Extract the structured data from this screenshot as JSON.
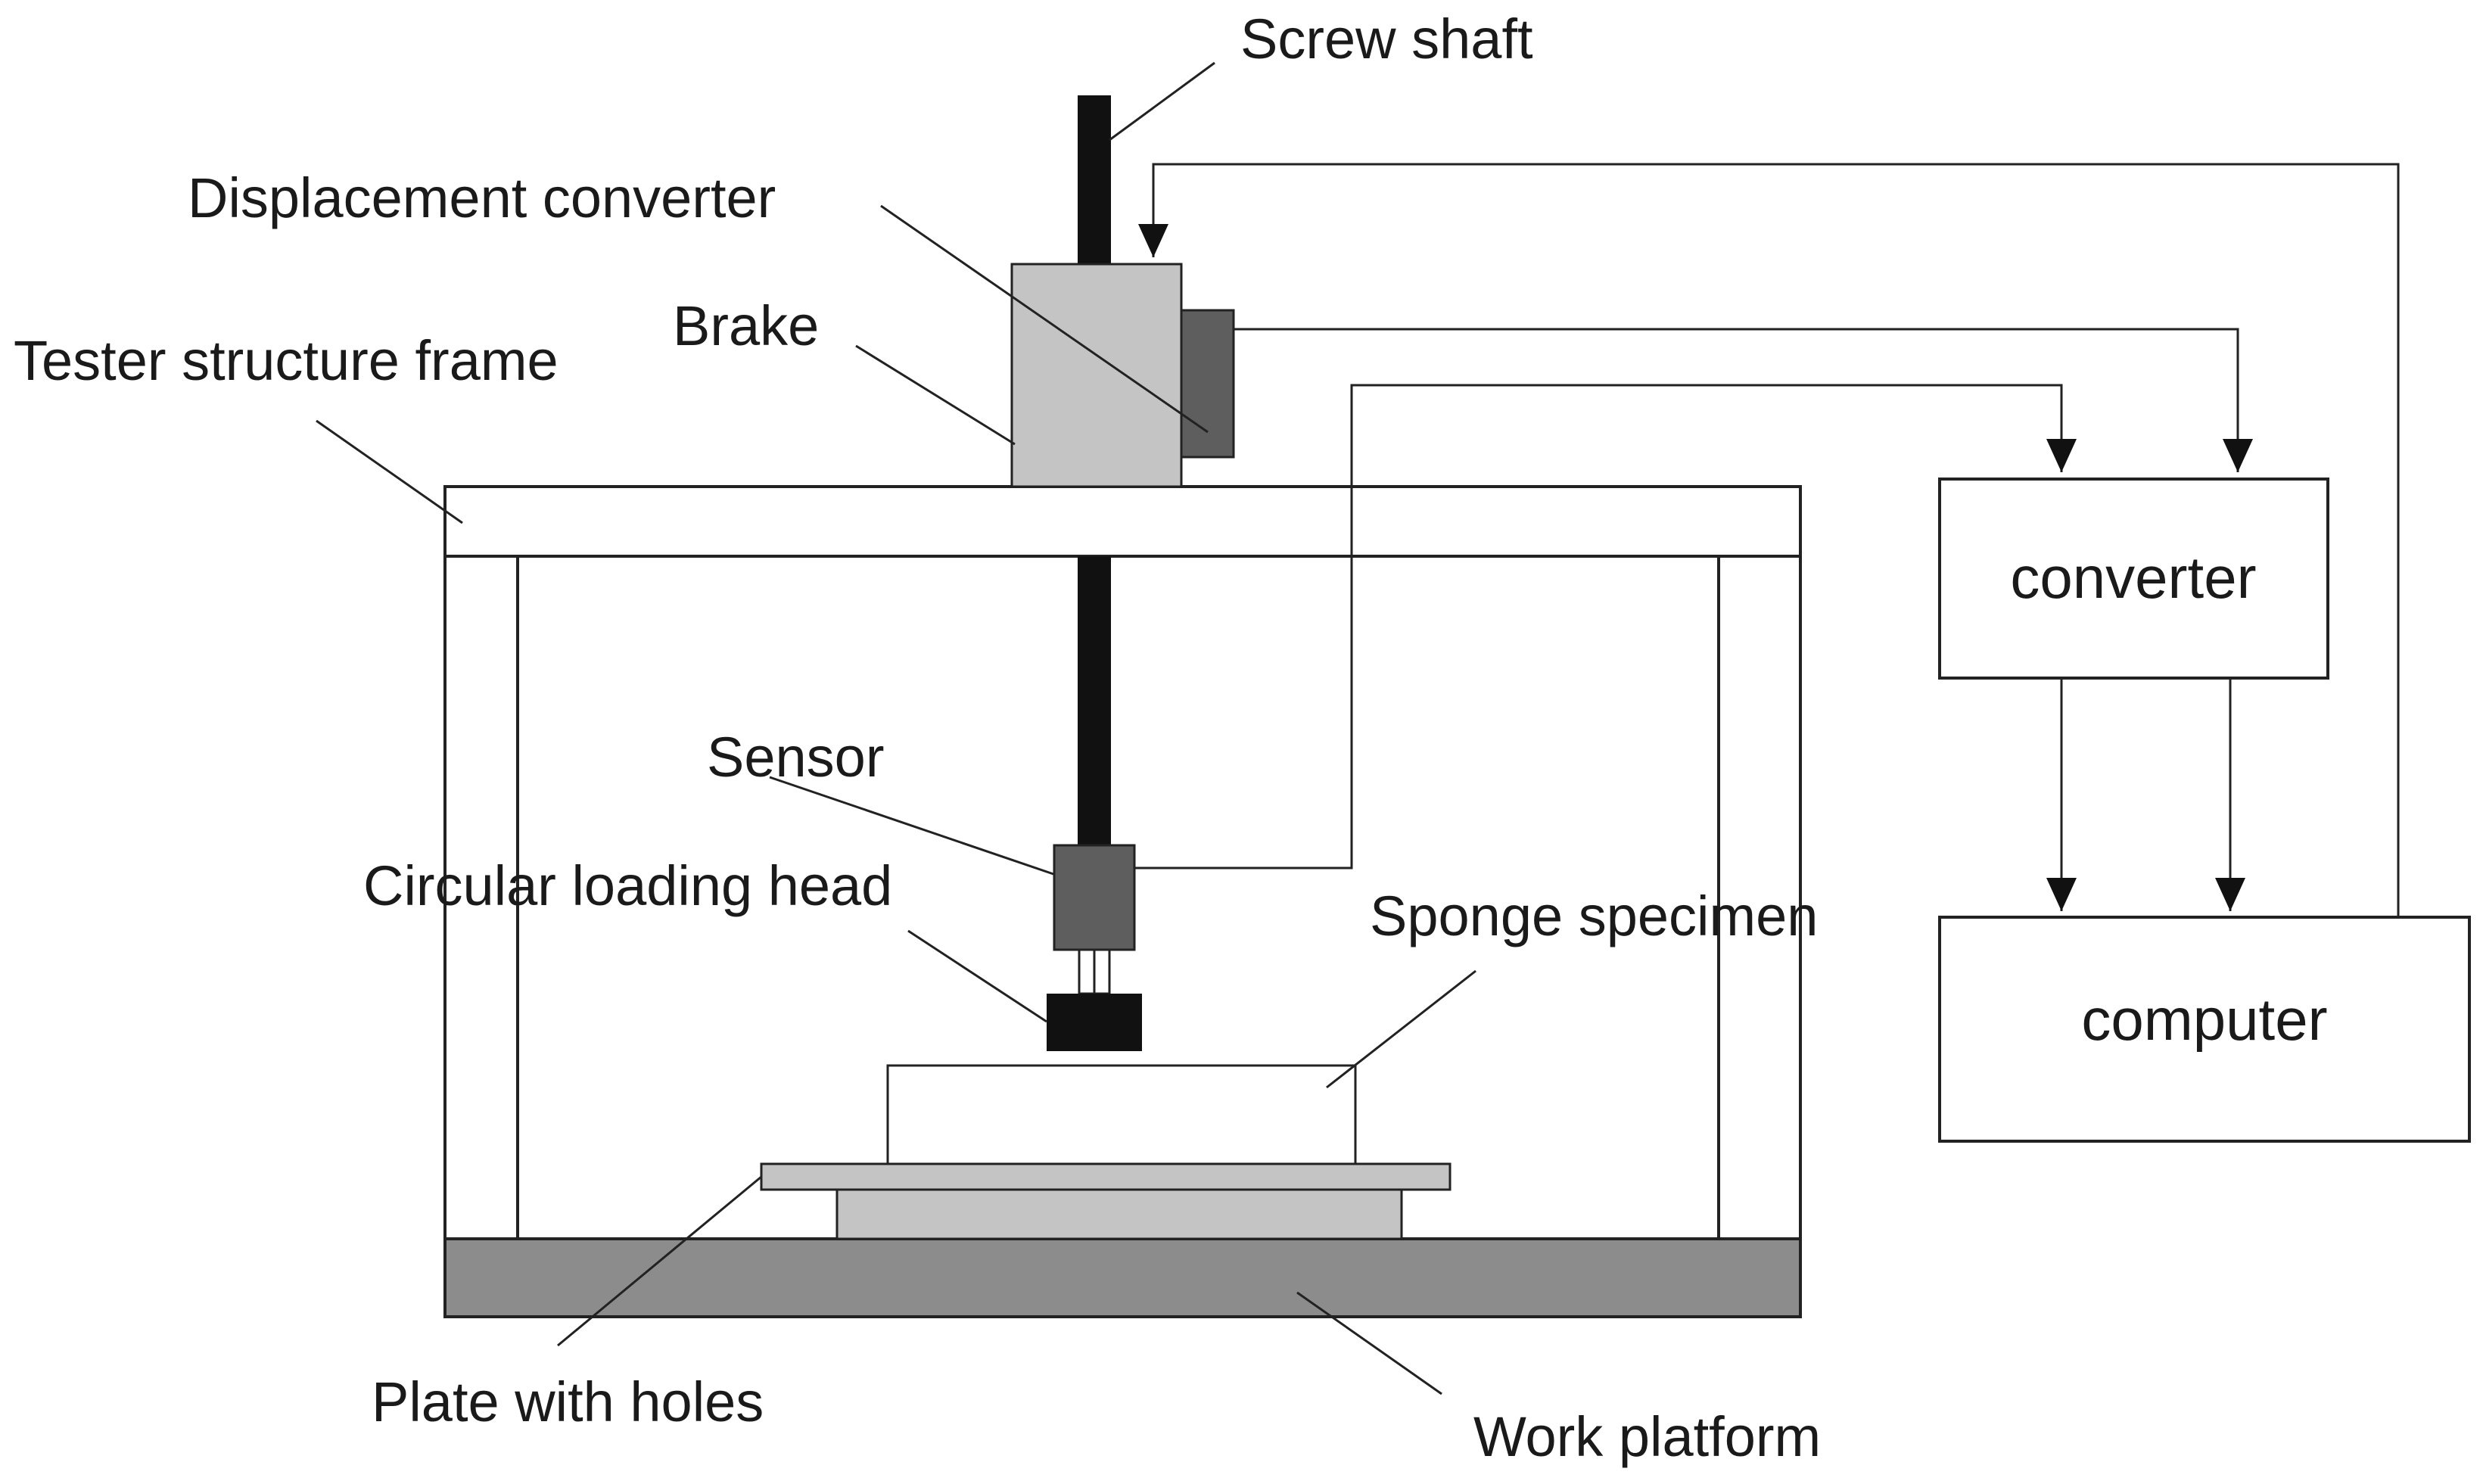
{
  "labels": {
    "screw_shaft": "Screw shaft",
    "displacement_converter": "Displacement converter",
    "brake": "Brake",
    "tester_frame": "Tester structure frame",
    "sensor": "Sensor",
    "loading_head": "Circular loading head",
    "sponge": "Sponge specimen",
    "plate": "Plate with holes",
    "platform": "Work platform"
  },
  "boxes": {
    "converter": "converter",
    "computer": "computer"
  },
  "colors": {
    "black": "#111111",
    "light_gray": "#c4c4c4",
    "dark_gray": "#5e5e5e",
    "platform": "#8c8c8c",
    "line": "#222222"
  }
}
